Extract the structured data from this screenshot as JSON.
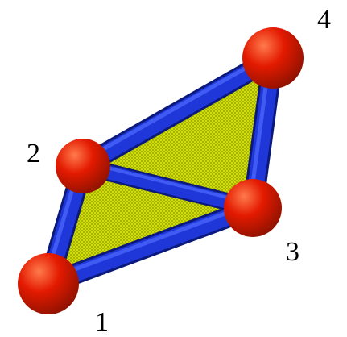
{
  "diagram": {
    "colors": {
      "background": "#ffffff",
      "face_fill": "#d8e600",
      "face_mesh": "#8a9400",
      "edge": "#1f36d8",
      "edge_highlight": "#4d6cff",
      "edge_shadow": "#0b1a7a",
      "node": "#e31a00",
      "node_highlight": "#ff7a4d",
      "node_shadow": "#8e1200"
    },
    "nodes": [
      {
        "id": "1",
        "label": "1"
      },
      {
        "id": "2",
        "label": "2"
      },
      {
        "id": "3",
        "label": "3"
      },
      {
        "id": "4",
        "label": "4"
      }
    ],
    "edges": [
      {
        "from": "1",
        "to": "2"
      },
      {
        "from": "1",
        "to": "3"
      },
      {
        "from": "2",
        "to": "3"
      },
      {
        "from": "2",
        "to": "4"
      },
      {
        "from": "3",
        "to": "4"
      }
    ],
    "faces": [
      {
        "vertices": [
          "1",
          "2",
          "3"
        ]
      },
      {
        "vertices": [
          "2",
          "3",
          "4"
        ]
      }
    ]
  }
}
